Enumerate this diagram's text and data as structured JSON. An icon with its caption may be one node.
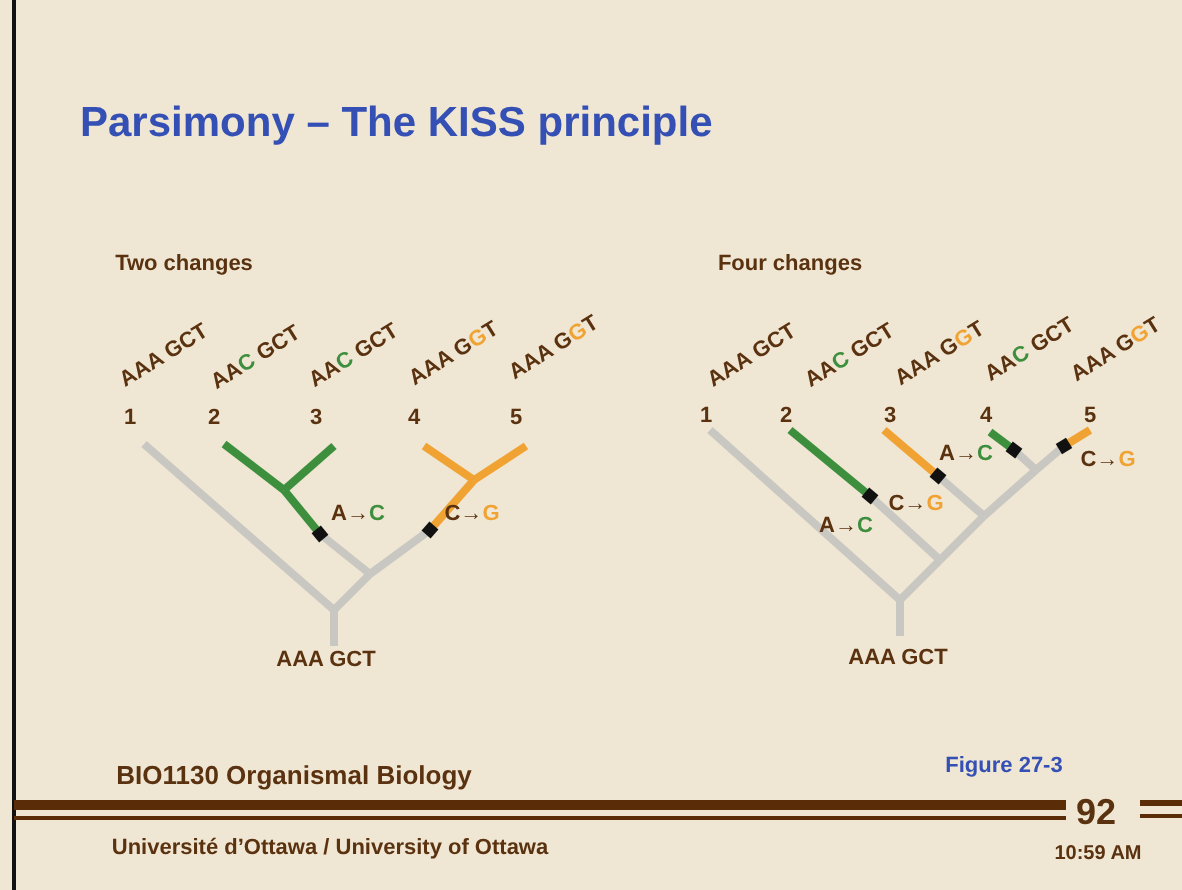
{
  "diagram": {
    "title": "Parsimony – The KISS principle",
    "labels": [
      "Two changes",
      "Four changes",
      "AAA GCT",
      "AAC GCT",
      "AAC GCT",
      "AAA GGT",
      "AAA GGT",
      "1",
      "2",
      "3",
      "4",
      "5",
      "A→C",
      "C→G",
      "AAA GCT",
      "AAA GCT",
      "AAC GCT",
      "AAA GGT",
      "AAC GCT",
      "AAA GGT",
      "1",
      "2",
      "3",
      "4",
      "5",
      "A→C",
      "C→G",
      "A→C",
      "C→G",
      "AAA GCT",
      "BIO1130 Organismal Biology",
      "Figure 27-3",
      "92",
      "Université d’Ottawa / University of Ottawa",
      "10:59 AM"
    ]
  }
}
